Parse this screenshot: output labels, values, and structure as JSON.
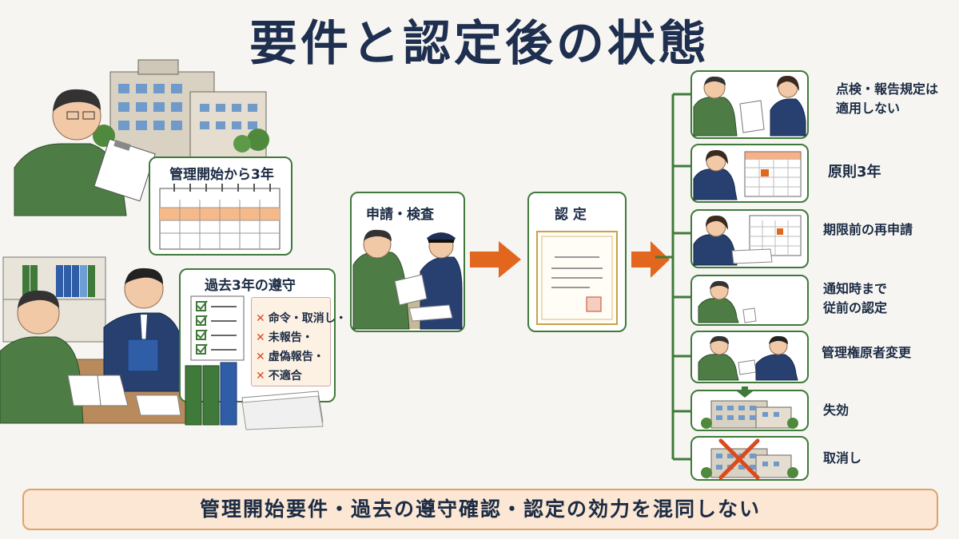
{
  "title": "要件と認定後の状態",
  "left": {
    "calendar_label": "管理開始から3年",
    "compliance_label": "過去3年の遵守",
    "violations": [
      "命令・取消し・",
      "未報告・",
      "虚偽報告・",
      "不適合"
    ]
  },
  "flow": {
    "apply_label": "申請・検査",
    "cert_label": "認 定"
  },
  "outcomes": [
    {
      "label": "点検・報告規定は\n適用しない"
    },
    {
      "label": "原則3年"
    },
    {
      "label": "期限前の再申請"
    },
    {
      "label": "通知時まで\n従前の認定"
    },
    {
      "label": "管理権原者変更"
    },
    {
      "label": "失効"
    },
    {
      "label": "取消し"
    }
  ],
  "banner": "管理開始要件・過去の遵守確認・認定の効力を混同しない",
  "colors": {
    "green_border": "#3f7a3a",
    "jacket_green": "#4d7d45",
    "suit_navy": "#27406f",
    "arrow_orange": "#e3661f",
    "banner_fill": "#fbe7d3",
    "cross_red": "#d94a1f"
  }
}
